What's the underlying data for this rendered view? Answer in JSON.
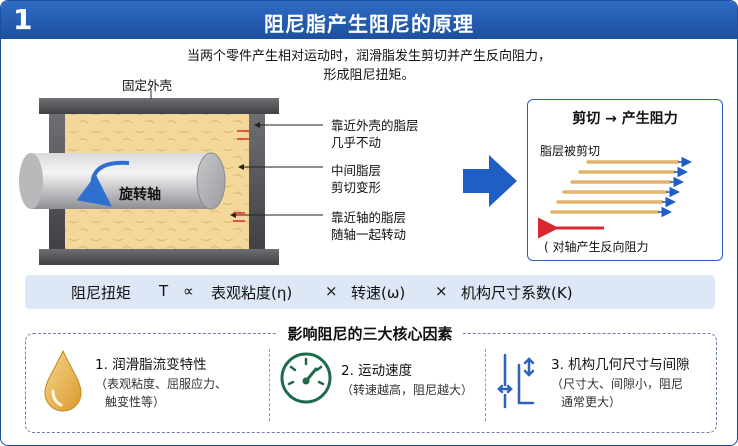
{
  "header": {
    "number": "1",
    "title": "阻尼脂产生阻尼的原理"
  },
  "intro": {
    "line1": "当两个零件产生相对运动时，润滑脂发生剪切并产生反向阻力，",
    "line2": "形成阻尼扭矩。"
  },
  "diagram": {
    "housing_label": "固定外壳",
    "shaft_label": "旋转轴",
    "layers": [
      {
        "line1": "靠近外壳的脂层",
        "line2": "几乎不动"
      },
      {
        "line1": "中间脂层",
        "line2": "剪切变形"
      },
      {
        "line1": "靠近轴的脂层",
        "line2": "随轴一起转动"
      }
    ]
  },
  "shear_panel": {
    "title": "剪切 → 产生阻力",
    "sheared_label": "脂层被剪切",
    "reaction_label": "( 对轴产生反向阻力"
  },
  "formula": {
    "lhs": "阻尼扭矩",
    "symbol": "T",
    "prop": "∝",
    "term1": "表观粘度(η)",
    "times1": "×",
    "term2": "转速(ω)",
    "times2": "×",
    "term3": "机构尺寸系数(K)"
  },
  "factors": {
    "title": "影响阻尼的三大核心因素",
    "items": [
      {
        "title": "1. 润滑脂流变特性",
        "desc1": "（表观粘度、屈服应力、",
        "desc2": "触变性等）",
        "icon": "droplet-icon"
      },
      {
        "title": "2. 运动速度",
        "desc1": "（转速越高，阻尼越大）",
        "desc2": "",
        "icon": "gauge-icon"
      },
      {
        "title": "3. 机构几何尺寸与间隙",
        "desc1": "（尺寸大、间隙小，阻尼",
        "desc2": "通常更大）",
        "icon": "gap-icon"
      }
    ]
  },
  "colors": {
    "header": "#1d4f9f",
    "accent": "#2d63b8",
    "grease": "#f3d89a",
    "arrow_red": "#d9282f"
  }
}
